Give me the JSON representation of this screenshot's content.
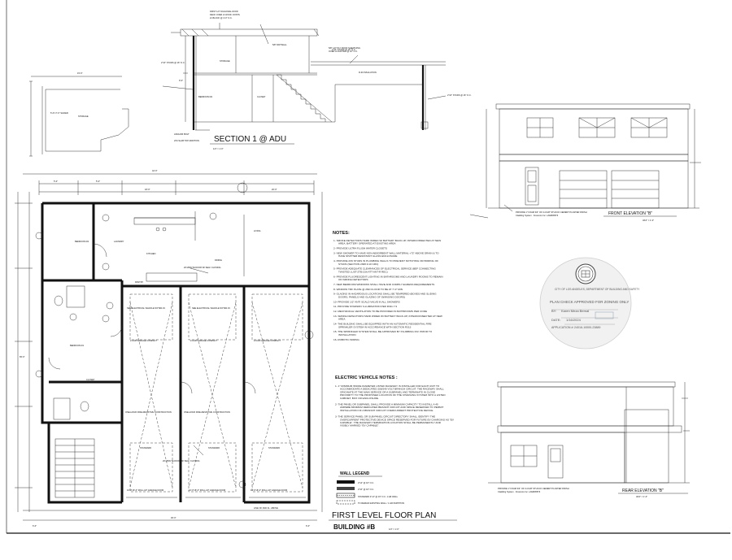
{
  "section": {
    "title": "SECTION 1 @ ADU",
    "scale": "1/4\" = 1'-0\"",
    "labels": {
      "storage": "STORAGE",
      "bedroom": "BEDROOM #2",
      "closet": "CLOSET",
      "drywall": "5/8\" DRYWALL",
      "insulation": "R-30 INSULATION",
      "studs": "2\"x6\" STUDS @ 16\" O.C.",
      "anchor": "ANCHOR BOLT",
      "slab": "2X4 SLAB TOP ADDITION",
      "dim_height": "9'-0\""
    }
  },
  "storage_plan": {
    "dim_top": "15'-0\"",
    "label_storage": "STORAGE",
    "label_slider": "5'-0\"x7'-0\" SLIDER"
  },
  "floor_plan": {
    "title": "FIRST LEVEL FLOOR PLAN",
    "subtitle": "BUILDING #B",
    "scale": "1/4\" = 1'-0\"",
    "dims": {
      "top_total": "42'-0\"",
      "top_a": "5'-0\"",
      "top_b": "5'-0\"",
      "top_c": "18'-0\"",
      "top_d": "20'-0\"",
      "bottom_a": "30'-0\"",
      "bottom_b": "6'-0\"",
      "bottom_c": "6'-0\"",
      "left_total": "65'-0\""
    },
    "rooms": {
      "bedroom2": "BEDROOM #2",
      "laundry": "LAUNDRY",
      "kitchen": "KITCHEN",
      "dining": "DINING",
      "living": "LIVING",
      "pantry": "PANTRY",
      "bedroom1": "BEDROOM #1",
      "closet": "CLOSET",
      "garage_a": "2-CAR GARAGE COMPACT",
      "garage_b": "2-CAR GARAGE COMPACT",
      "garage_c": "2-CAR GARAGE COMPACT",
      "standard_a": "STANDARD",
      "standard_b": "STANDARD",
      "standard_c": "STANDARD",
      "ev_note": "SEE ELECTRICAL VEHICLE NOTES #1",
      "fire_note": "ONE-HOUR FIRE-RESISTIVE CONSTRUCTION",
      "door_note": "20 MINUTE DOOR W/ SELF CLOSING",
      "roll_up": "16'-0\"x8'-0\" ROLL-UP GARAGE DOOR",
      "property_line": "LINE OF 2ND FL. ABOVE"
    }
  },
  "notes": {
    "heading": "NOTES:",
    "items": [
      "1- SMOKE DETECTORS HARD WIRED W/ BATTERY BACK-UP, INTERCONNECTED AT NEW AREA. BATTERY OPERATED AT EXISTING AREA",
      "2- PROVIDE ULTRA FLUSH WATER CLOSETS",
      "3- NEW SHOWER TO HAVE NON-ABSORBENT WALL MATERIAL +72\" ABOVE DRAIN & TO HAVE SHATTER RESISTANT GLASS ENCLOSURE",
      "4- PROVIDE 2X6 STUDS IN PLUMBING WALLS TO PREVENT NOTCHING OR BORING OF STUDS (SECTION 2308.9.10 CRC)",
      "5- PROVIDE ADEQUATE CLEARANCES OF ELECTRICAL SERVICE (BEF CONNECTING TWISTED LUST-ZTB-23A ATT-ANT-R REC)",
      "6- PROVIDE FLUORESCENT LIGHTING IN BATHROOMS AND LAUNDRY ROOMS TO REMAIN ON SMOKE DETECTORS",
      "7- NEW BEDROOM WINDOWS SHALL HAVE AND COMPLY EGRESS REQUIREMENTS",
      "8- WINDOW TRF PLATE @ 2ND FLOOR TO BE AT 7'-0\" MIN",
      "9- GLAZING IN HAZARDOUS LOCATIONS SHALL BE TEMPERED (BOXES AND SLIDING DOORS, PANELS AND GLAZING OF SWINGING DOORS)",
      "10- PROVIDE 1/2\" ANTI SCALD VALVE IN ALL SHOWERS",
      "11- PROVIDE STAIRWAY ILLUMINATION PER R311.7.9",
      "12- MECHANICAL VENTILATION TO BE PROVIDED IN BATHROOMS PER CODE",
      "13- SMOKE DETECTORS HARD WIRED W/ BATTERY BACK-UP, INTERCONNECTED AT NEW AREA",
      "14- THE BUILDING SHALL BE EQUIPPED WITH AN AUTOMATIC RESIDENTIAL FIRE SPRINKLER SYSTEM IN ACCORDANCE WITH SECTION R313",
      "15- THE SPRINKLER SYSTEM SHALL BE APPROVED BY PLUMBING DIV. PRIOR TO INSTALLATION",
      "16- ROBOTIC WIRING"
    ],
    "ev_heading": "ELECTRIC VEHICLE NOTES :",
    "ev_items": [
      "1- 1\" MINIMUM INSIDE DIAMETER LISTED RACEWAY IS INSTALLED FOR EACH UNIT TO ACCOMMODATE A DEDICATED 208/240 VOLT BRANCH CIRCUIT. THE RACEWAY SHALL ORIGINATE AT THE MAIN SERVICE OR A SUBPANEL AND TERMINATE IN CLOSE PROXIMITY TO THE PROPOSED LOCATION OF THE CHARGING SYSTEM INTO A LISTED CABINET, BOX OR ENCLOSURE.",
      "2- THE PANEL OR SUBPANEL SHALL PROVIDE A MINIMUM CAPACITY TO INSTALL A 40 AMPERE MINIMUM DEDICATED BRANCH CIRCUIT AND SPACE RESERVED TO PERMIT INSTALLATION OF A BRANCH CIRCUIT OVERCURRENT PROTECTIVE DEVICE.",
      "3- THE SERVICE PANEL OR SUB-PANEL CIRCUIT DIRECTORY SHALL IDENTIFY THE OVERCURRENT PROTECTIVE DEVICE SPACE RESERVED FOR FUTURE EV CHARGING AS \"EV CAPABLE\". THE RACEWAY TERMINATION LOCATION SHALL BE PERMANENTLY AND VISIBLY MARKED \"EV CAPABLE\"."
    ]
  },
  "wall_legend": {
    "title": "WALL LEGEND",
    "items": [
      "2\"x4\" @ 16\" O.C.",
      "2\"x6\" @ 16\" O.C.",
      "STANDARD 2\"x4\" @ 16\" O.C. 1 HR WALL",
      "TO REMAIN EXISTING WALL / 1 HR PARTITION"
    ]
  },
  "front_elevation": {
    "title": "FRONT ELEVATION \"B\"",
    "scale": "3/16\" = 1'-0\"",
    "note": "PROVIDE 1\" FOAM 3/4\" OF 3-COAT STUCCO CEMENT PLASTER FINISH",
    "sub_note": "Cladding System · Frescoco Inc. LAM#45573"
  },
  "rear_elevation": {
    "title": "REAR ELEVATION \"B\"",
    "scale": "3/16\" = 1'-0\"",
    "note": "PROVIDE 1\" FOAM 3/4\" OF 3-COAT STUCCO CEMENT PLASTER FINISH",
    "sub_note": "Cladding System · Frescoco Inc. LAM#45573"
  },
  "stamp": {
    "dept": "CITY OF LOS ANGELES, DEPARTMENT OF BUILDING AND SAFETY",
    "status": "PLAN CHECK APPROVED FOR ZONING ONLY",
    "by_label": "BY:",
    "by_value": "Karen Meza Bernal",
    "date_label": "DATE:",
    "date_value": "1/16/2024",
    "app_label": "APPLICATION #:",
    "app_value": "24016-10000-23889"
  },
  "colors": {
    "ink": "#111111",
    "paper": "#ffffff",
    "stamp_gray": "#555555",
    "stamp_bg": "#f1f1f1"
  }
}
